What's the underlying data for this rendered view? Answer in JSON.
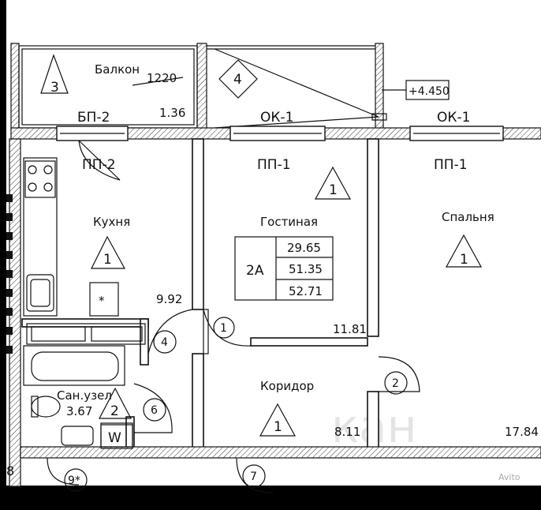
{
  "balcony": {
    "name": "Балкон",
    "number": "3",
    "dimension": "1220",
    "area": "1.36",
    "window_code": "БП-2"
  },
  "balcony2": {
    "number": "4",
    "elevation": "+4.450"
  },
  "windows": {
    "balcony_door": "ПП-2",
    "living_window": "ОК-1",
    "living_door": "ПП-1",
    "bedroom_window": "ОК-1",
    "bedroom_door": "ПП-1"
  },
  "rooms": {
    "kitchen": {
      "name": "Кухня",
      "number": "1",
      "area": "9.92"
    },
    "living": {
      "name": "Гостиная",
      "number": "1",
      "area": "11.81"
    },
    "bedroom": {
      "name": "Спальня",
      "number": "1",
      "area": "17.84"
    },
    "corridor": {
      "name": "Коридор",
      "number": "1",
      "area": "8.11"
    },
    "bathroom": {
      "name": "Сан.узел",
      "number": "2",
      "area": "3.67",
      "fixture": "W"
    }
  },
  "apartment_table": {
    "type": "2А",
    "living_area": "29.65",
    "total_area": "51.35",
    "total_with_balcony": "52.71"
  },
  "door_markers": [
    "4",
    "1",
    "2",
    "6",
    "7",
    "9*",
    "8"
  ],
  "fridge_symbol": "*",
  "watermark": "Avito"
}
